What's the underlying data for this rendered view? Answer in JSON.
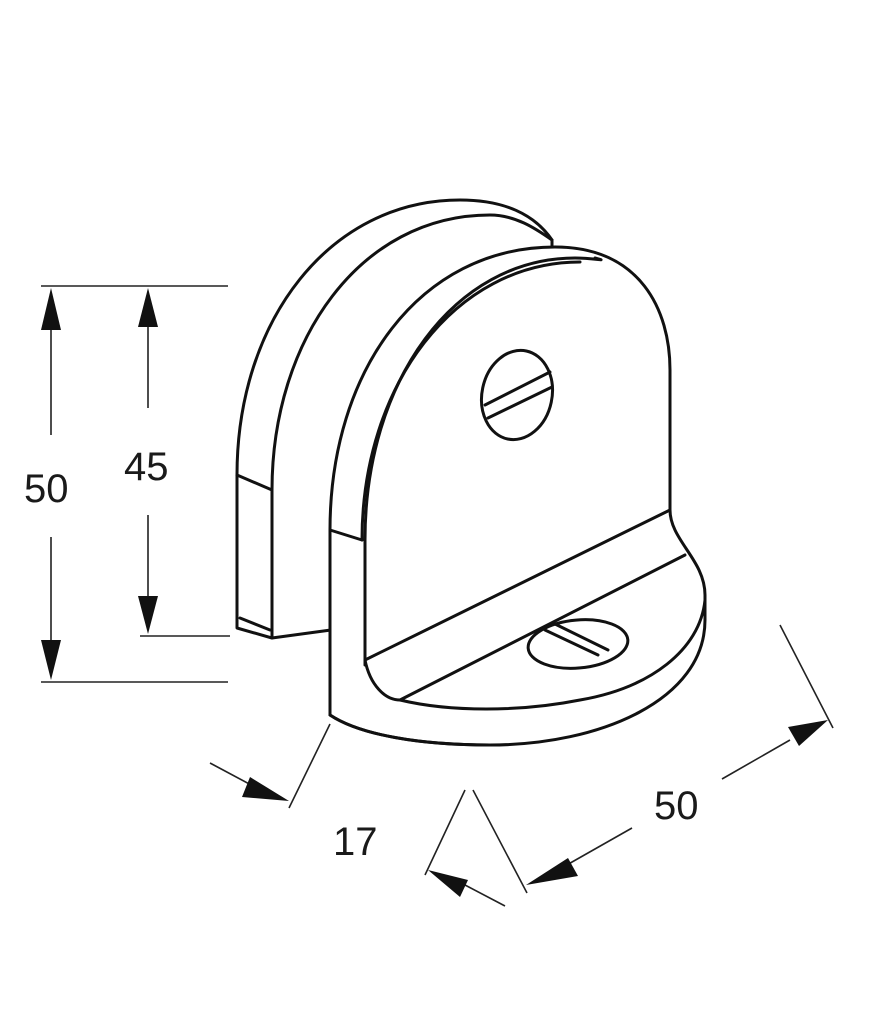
{
  "drawing": {
    "subject": "Glass clamp bracket, isometric view",
    "colors": {
      "line": "#111111",
      "background": "#ffffff"
    }
  },
  "dimensions": {
    "overall_height": {
      "value": "50",
      "unit": ""
    },
    "clamp_height": {
      "value": "45",
      "unit": ""
    },
    "thickness": {
      "value": "17",
      "unit": ""
    },
    "base_depth": {
      "value": "50",
      "unit": ""
    }
  }
}
